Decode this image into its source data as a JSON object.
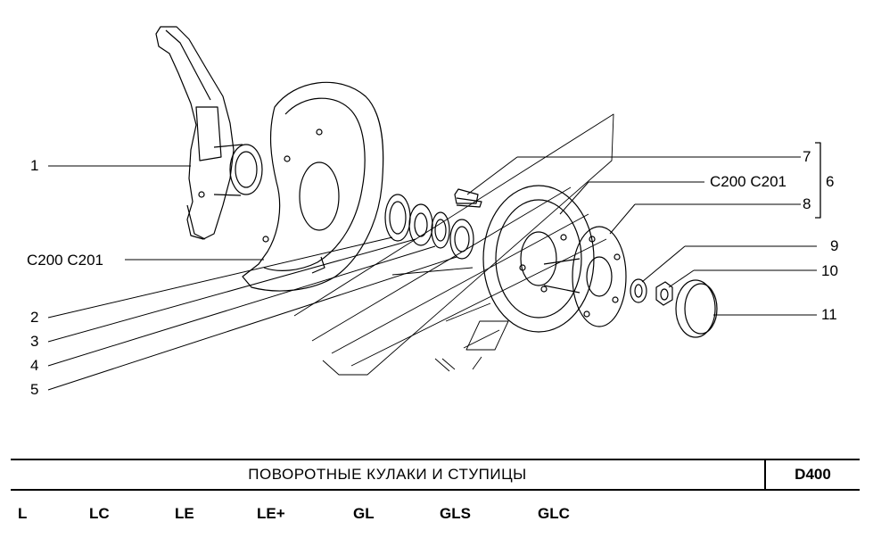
{
  "labels": {
    "l1": "1",
    "l2": "2",
    "l3": "3",
    "l4": "4",
    "l5": "5",
    "l6": "6",
    "l7": "7",
    "l8": "8",
    "l9": "9",
    "l10": "10",
    "l11": "11",
    "left_code": "C200  C201",
    "right_code": "C200  C201"
  },
  "title": {
    "text": "ПОВОРОТНЫЕ  КУЛАКИ  И  СТУПИЦЫ",
    "code": "D400"
  },
  "variants": [
    "L",
    "LC",
    "LE",
    "LE+",
    "GL",
    "GLS",
    "GLC"
  ],
  "colors": {
    "ink": "#000000",
    "background": "#ffffff"
  }
}
